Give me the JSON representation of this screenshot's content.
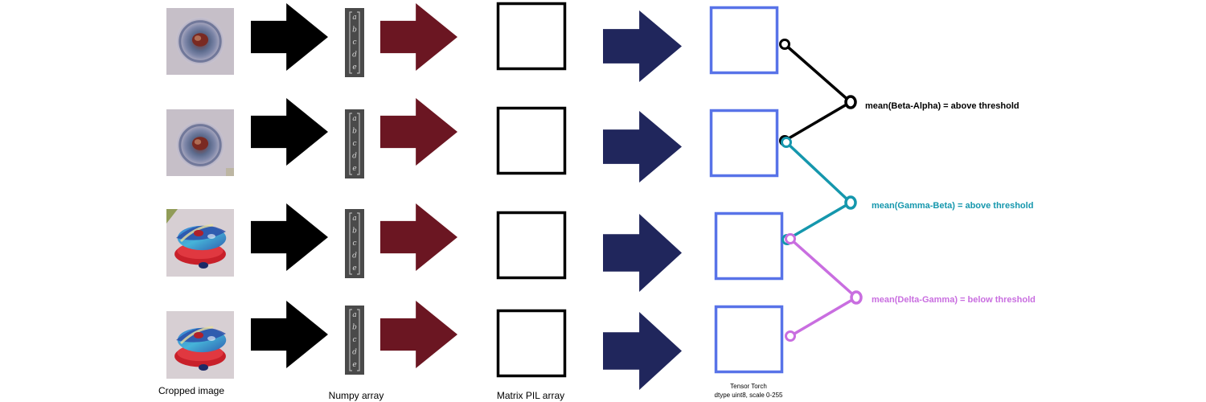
{
  "captions": {
    "cropped_image": "Cropped image",
    "numpy_array": "Numpy array",
    "pil_array": "Matrix PIL array",
    "tensor_line1": "Tensor Torch",
    "tensor_line2": "dtype uint8, scale 0-255"
  },
  "vector_letters": [
    "a",
    "b",
    "c",
    "d",
    "e"
  ],
  "colors": {
    "arrow_stage1": "#000000",
    "arrow_stage2": "#6b1622",
    "arrow_stage3": "#20265c",
    "pil_box": "#000000",
    "tensor_box": "#5873e8",
    "vector_bg": "#4a4a4a",
    "comparisons": [
      "#000000",
      "#1597ad",
      "#c96ee0"
    ]
  },
  "comparisons": [
    {
      "label": "mean(Beta-Alpha) = above threshold",
      "color": "#000000"
    },
    {
      "label": "mean(Gamma-Beta)  = above threshold",
      "color": "#1597ad"
    },
    {
      "label": "mean(Delta-Gamma) = below threshold",
      "color": "#c96ee0"
    }
  ],
  "images": [
    {
      "kind": "disc",
      "icon": "beyblade-top-view-icon"
    },
    {
      "kind": "disc",
      "icon": "beyblade-top-view-icon"
    },
    {
      "kind": "spinner",
      "icon": "beyblade-side-view-icon"
    },
    {
      "kind": "spinner",
      "icon": "beyblade-side-view-icon"
    }
  ]
}
